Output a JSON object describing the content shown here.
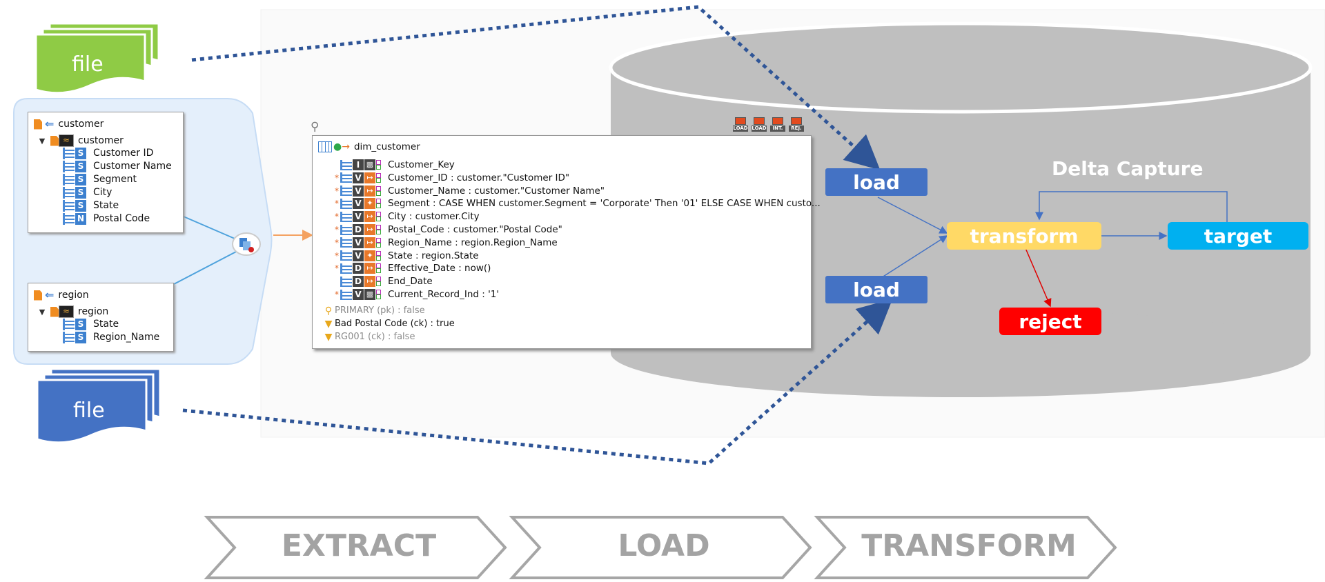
{
  "files": {
    "top_label": "file",
    "bottom_label": "file"
  },
  "sources": {
    "customer": {
      "title": "customer",
      "datastore": "customer",
      "columns": [
        {
          "type": "S",
          "name": "Customer ID"
        },
        {
          "type": "S",
          "name": "Customer Name"
        },
        {
          "type": "S",
          "name": "Segment"
        },
        {
          "type": "S",
          "name": "City"
        },
        {
          "type": "S",
          "name": "State"
        },
        {
          "type": "N",
          "name": "Postal Code"
        }
      ]
    },
    "region": {
      "title": "region",
      "datastore": "region",
      "columns": [
        {
          "type": "S",
          "name": "State"
        },
        {
          "type": "S",
          "name": "Region_Name"
        }
      ]
    }
  },
  "target": {
    "title": "dim_customer",
    "attributes": [
      {
        "star": false,
        "type": "I",
        "op": "key",
        "text": "Customer_Key"
      },
      {
        "star": true,
        "type": "V",
        "op": "map",
        "text": "Customer_ID : customer.\"Customer ID\""
      },
      {
        "star": true,
        "type": "V",
        "op": "map",
        "text": "Customer_Name : customer.\"Customer Name\""
      },
      {
        "star": true,
        "type": "V",
        "op": "expr",
        "text": "Segment : CASE WHEN customer.Segment = 'Corporate' Then '01' ELSE CASE WHEN custo..."
      },
      {
        "star": true,
        "type": "V",
        "op": "map",
        "text": "City : customer.City"
      },
      {
        "star": true,
        "type": "D",
        "op": "map",
        "text": "Postal_Code : customer.\"Postal Code\""
      },
      {
        "star": true,
        "type": "V",
        "op": "map",
        "text": "Region_Name : region.Region_Name"
      },
      {
        "star": true,
        "type": "V",
        "op": "expr",
        "text": "State : region.State"
      },
      {
        "star": true,
        "type": "D",
        "op": "map",
        "text": "Effective_Date : now()"
      },
      {
        "star": false,
        "type": "D",
        "op": "map",
        "text": "End_Date"
      },
      {
        "star": true,
        "type": "V",
        "op": "key",
        "text": "Current_Record_Ind : '1'"
      }
    ],
    "constraints": [
      {
        "icon": "key-icon",
        "text": "PRIMARY (pk)  : false",
        "muted": true
      },
      {
        "icon": "filter-icon",
        "text": "Bad Postal Code (ck)  : true",
        "muted": false
      },
      {
        "icon": "filter-icon",
        "text": "RG001 (ck)  : false",
        "muted": true
      }
    ]
  },
  "template_icons": [
    "LOAD",
    "LOAD",
    "INT.",
    "REJ."
  ],
  "etl": {
    "load_top": "load",
    "load_bottom": "load",
    "transform": "transform",
    "target": "target",
    "reject": "reject",
    "delta_capture": "Delta Capture"
  },
  "phases": [
    "EXTRACT",
    "LOAD",
    "TRANSFORM"
  ],
  "colors": {
    "file_green": "#8fcb45",
    "file_blue": "#4472c4",
    "load_blue": "#4472c4",
    "transform_yellow": "#ffd966",
    "target_cyan": "#00b0f0",
    "reject_red": "#ff0000",
    "dotted_line": "#2f5597",
    "cylinder_gray": "#bfbfbf",
    "source_panel": "#e4effb",
    "phase_gray": "#a6a6a6"
  }
}
